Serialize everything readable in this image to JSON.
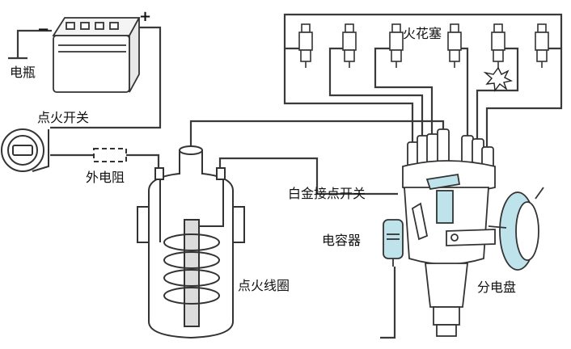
{
  "labels": {
    "battery": "电瓶",
    "battery_minus": "−",
    "battery_plus": "+",
    "ignition_switch": "点火开关",
    "external_resistor": "外电阻",
    "ignition_coil": "点火线圈",
    "spark_plugs": "火花塞",
    "breaker_points": "白金接点开关",
    "capacitor": "电容器",
    "distributor": "分电盘"
  },
  "colors": {
    "wire": "#3a3a3a",
    "part_fill": "#ffffff",
    "accent_fill": "#bfe3ea",
    "spark": "#222222"
  },
  "spark_plug_count": 6
}
